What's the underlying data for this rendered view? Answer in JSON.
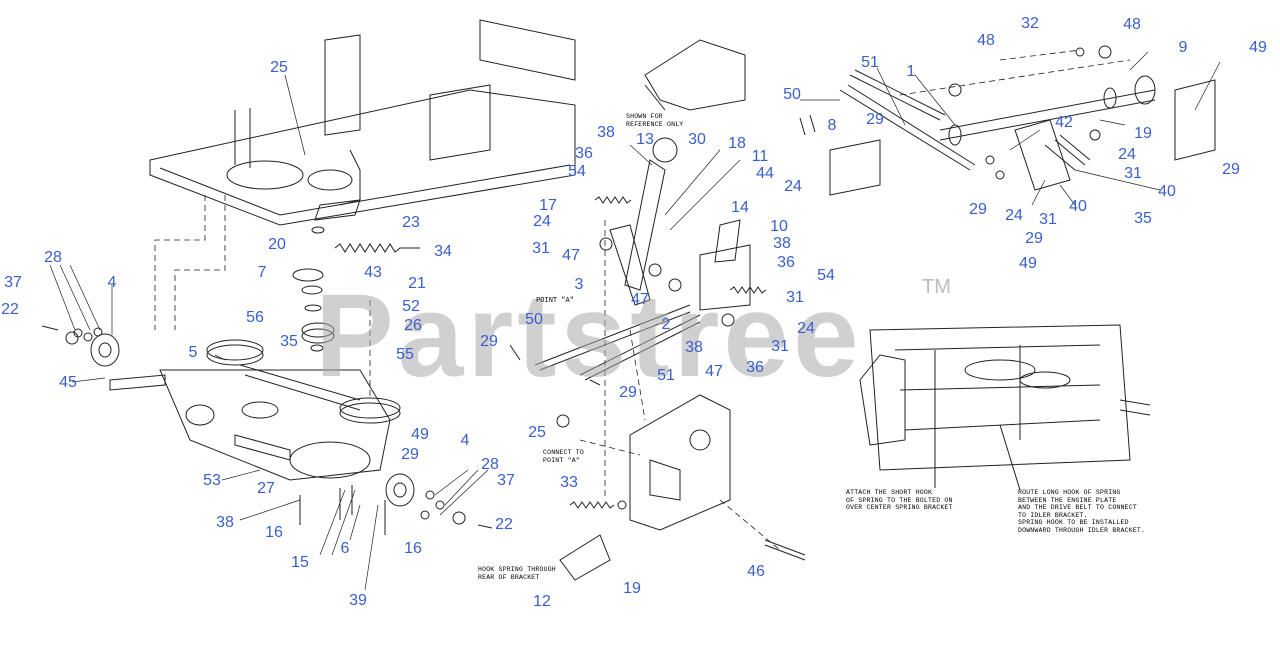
{
  "watermark": {
    "brand": "Partstree",
    "trademark": "TM"
  },
  "notes": {
    "shown_for_reference": "SHOWN FOR\nREFERENCE ONLY",
    "point_a": "POINT \"A\"",
    "connect_to_point_a": "CONNECT TO\nPOINT \"A\"",
    "hook_spring": "HOOK SPRING THROUGH\nREAR OF BRACKET",
    "attach_short_hook": "ATTACH THE SHORT HOOK\nOF SPRING TO THE BOLTED ON\nOVER CENTER SPRING BRACKET",
    "route_long_hook": "ROUTE LONG HOOK OF SPRING\nBETWEEN THE ENGINE PLATE\nAND THE DRIVE BELT TO CONNECT\nTO IDLER BRACKET.\nSPRING HOOK TO BE INSTALLED\nDOWNWARD THROUGH IDLER BRACKET."
  },
  "callouts": [
    "25",
    "23",
    "20",
    "34",
    "7",
    "43",
    "21",
    "52",
    "56",
    "26",
    "35",
    "55",
    "28",
    "4",
    "37",
    "22",
    "45",
    "5",
    "53",
    "27",
    "38",
    "16",
    "15",
    "6",
    "16",
    "39",
    "49",
    "29",
    "4",
    "28",
    "37",
    "22",
    "38",
    "13",
    "30",
    "18",
    "36",
    "11",
    "54",
    "44",
    "17",
    "24",
    "24",
    "14",
    "31",
    "47",
    "10",
    "3",
    "38",
    "36",
    "54",
    "47",
    "31",
    "2",
    "24",
    "50",
    "29",
    "51",
    "38",
    "47",
    "31",
    "36",
    "29",
    "25",
    "33",
    "19",
    "12",
    "46",
    "51",
    "1",
    "29",
    "32",
    "48",
    "48",
    "9",
    "49",
    "50",
    "8",
    "42",
    "19",
    "24",
    "31",
    "40",
    "40",
    "35",
    "29",
    "24",
    "31",
    "29",
    "49",
    "29"
  ],
  "colors": {
    "callout": "#3a5fcd",
    "linework": "#222222",
    "watermark": "#aaaaaa"
  }
}
